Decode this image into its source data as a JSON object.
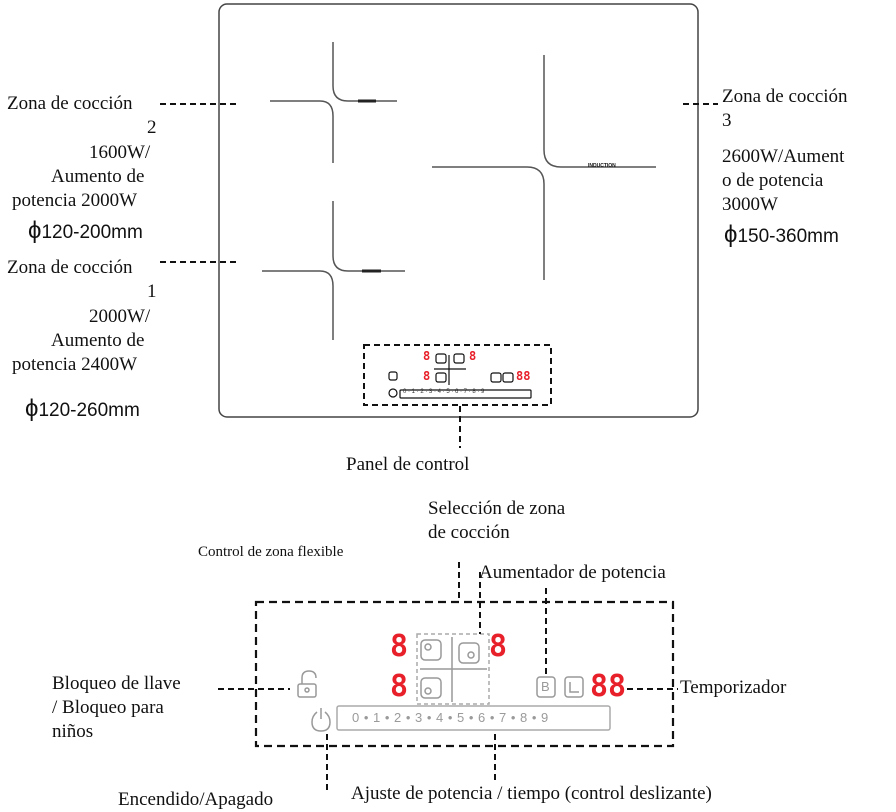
{
  "zone2": {
    "title": "Zona de cocción",
    "num": "2",
    "l1": "1600W/",
    "l2": "Aumento de",
    "l3": "potencia 2000W",
    "dia": "120-200mm"
  },
  "zone1": {
    "title": "Zona de cocción",
    "num": "1",
    "l1": "2000W/",
    "l2": "Aumento de",
    "l3": "potencia 2400W",
    "dia": "120-260mm"
  },
  "zone3": {
    "title": "Zona de cocción",
    "num": "3",
    "l1": "2600W/Aument",
    "l2": "o de potencia",
    "l3": "3000W",
    "dia": "150-360mm"
  },
  "phi": "ϕ",
  "induction_label": "INDUCTION",
  "panel_label": "Panel de control",
  "zone_select": {
    "l1": "Selección de zona",
    "l2": "de cocción"
  },
  "flex_label": "Control de zona flexible",
  "booster_label": "Aumentador de potencia",
  "lock_label": {
    "l1": "Bloqueo de llave",
    "l2": "/ Bloqueo para",
    "l3": "niños"
  },
  "timer_label": "Temporizador",
  "onoff_label": "Encendido/Apagado",
  "slider_label": "Ajuste de potencia / tiempo (control deslizante)",
  "display": {
    "digit": "8",
    "timer": "88",
    "booster": "B"
  },
  "slider_values": "0 • 1 • 2 • 3 • 4 • 5 • 6 • 7 • 8 • 9",
  "mini_slider": "0 · 1 · 2 · 3 · 4 · 5 · 6 · 7 · 8 · 9"
}
